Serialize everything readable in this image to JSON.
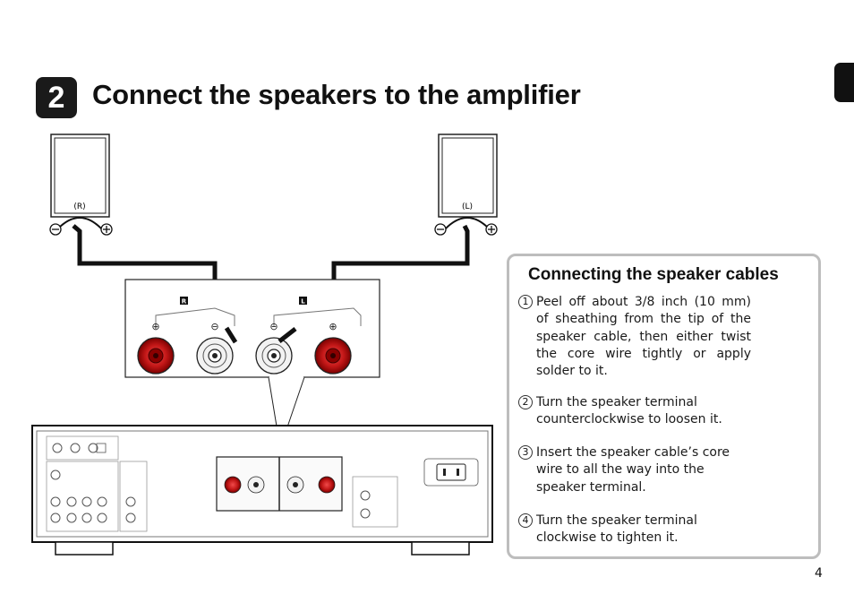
{
  "header": {
    "step_number": "2",
    "title": "Connect the speakers to the amplifier"
  },
  "diagram": {
    "speaker_right_label": "(R)",
    "speaker_left_label": "(L)",
    "terminal_r_label": "R",
    "terminal_l_label": "L"
  },
  "panel": {
    "title": "Connecting the speaker cables",
    "steps": [
      {
        "num": "1",
        "text": "Peel off about 3/8 inch (10 mm) of sheathing from the tip of the speaker cable, then either twist the core wire tightly or apply solder to it."
      },
      {
        "num": "2",
        "text": "Turn the speaker terminal counterclockwise to loosen it."
      },
      {
        "num": "3",
        "text": "Insert the speaker cable’s core wire to all the way into the speaker terminal."
      },
      {
        "num": "4",
        "text": "Turn the speaker terminal clockwise to tighten it."
      }
    ]
  },
  "page": {
    "number": "4"
  }
}
